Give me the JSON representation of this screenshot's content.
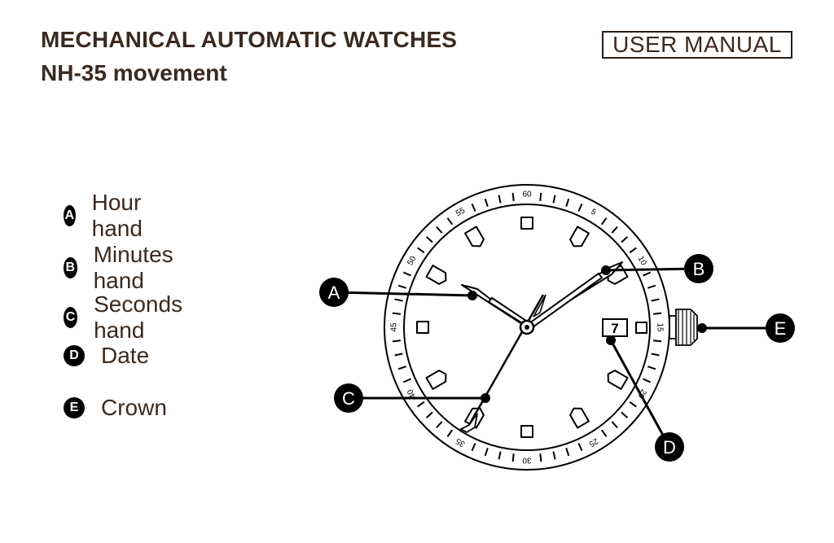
{
  "header": {
    "title": "MECHANICAL AUTOMATIC WATCHES",
    "subtitle": "NH-35 movement",
    "badge": "USER MANUAL"
  },
  "legend": [
    {
      "key": "A",
      "label": "Hour hand"
    },
    {
      "key": "B",
      "label": "Minutes hand"
    },
    {
      "key": "C",
      "label": "Seconds hand"
    },
    {
      "key": "D",
      "label": "Date"
    },
    {
      "key": "E",
      "label": "Crown"
    }
  ],
  "watch": {
    "bezel_labels": [
      "60",
      "5",
      "10",
      "15",
      "20",
      "25",
      "30",
      "35",
      "40",
      "45",
      "50",
      "55"
    ],
    "date": "7"
  },
  "callouts": [
    "A",
    "B",
    "C",
    "D",
    "E"
  ]
}
